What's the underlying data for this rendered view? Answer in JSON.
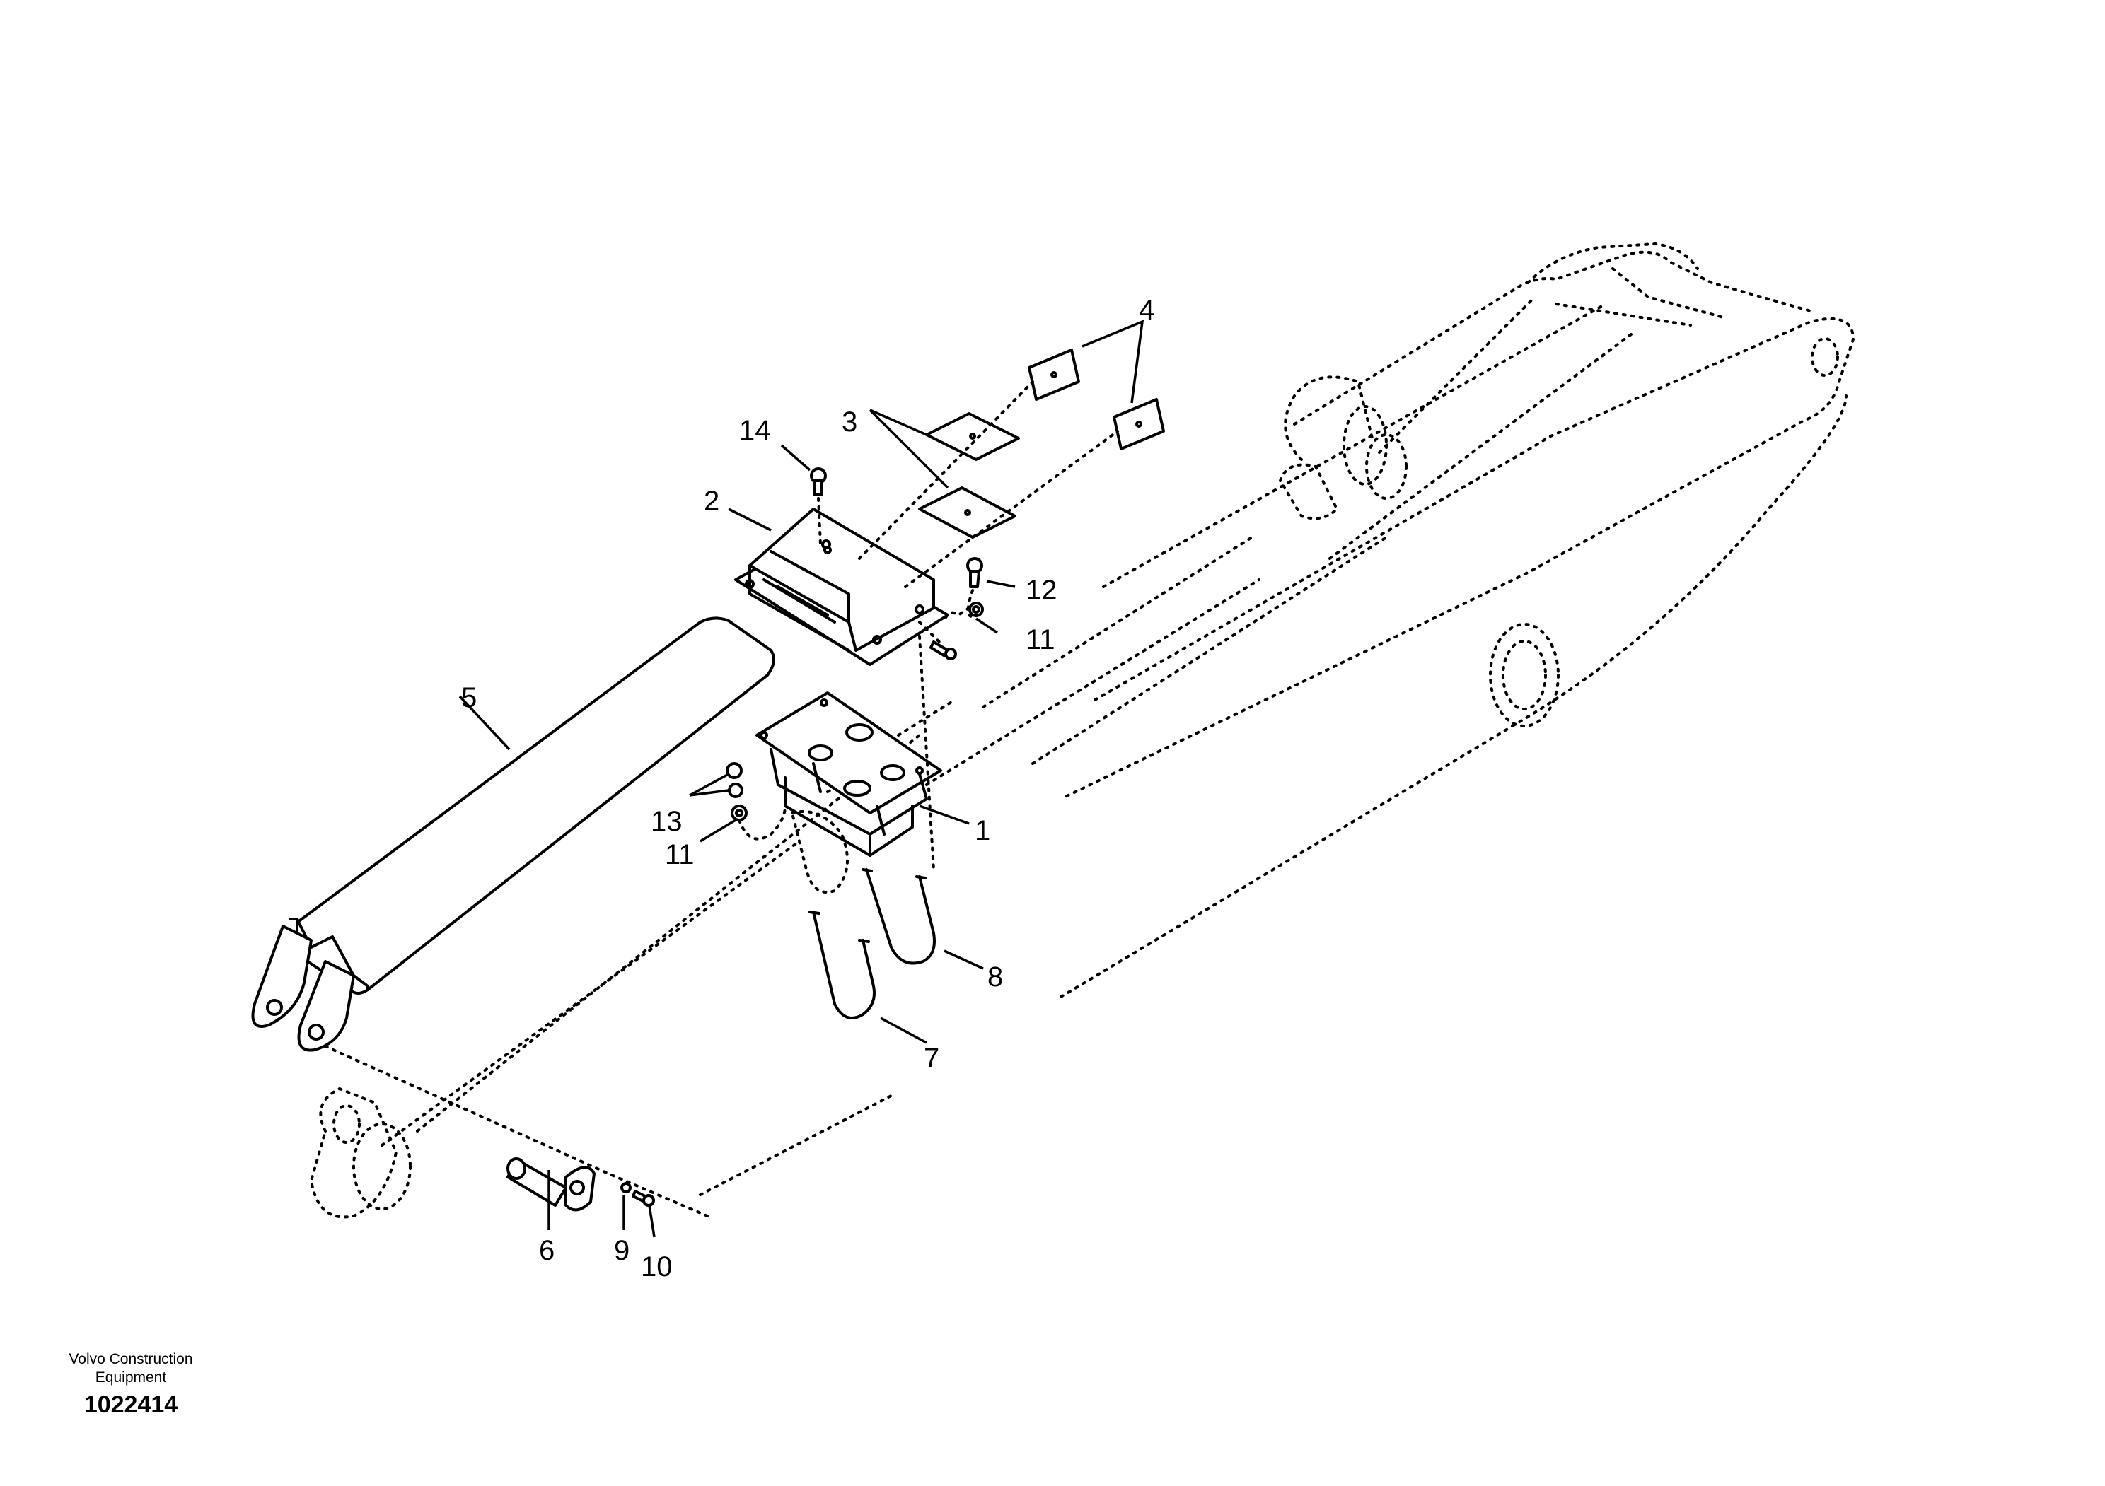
{
  "callouts": [
    "1",
    "2",
    "3",
    "4",
    "5",
    "6",
    "7",
    "8",
    "9",
    "10",
    "11",
    "12",
    "13",
    "14"
  ],
  "callout_11b": "11",
  "footer": {
    "org_line1": "Volvo Construction",
    "org_line2": "Equipment",
    "drawing_id": "1022414"
  }
}
